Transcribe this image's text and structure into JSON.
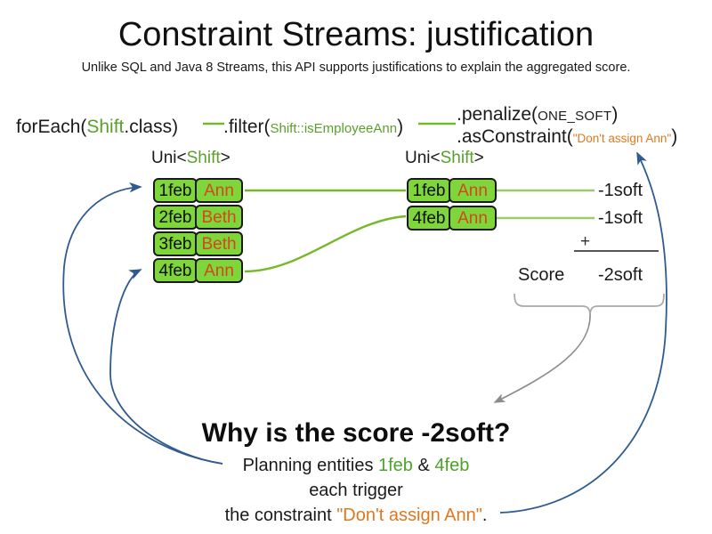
{
  "slide": {
    "title": "Constraint Streams: justification",
    "subtitle": "Unlike SQL and Java 8 Streams, this API supports justifications to explain the aggregated score."
  },
  "colors": {
    "green_token": "#5aa02c",
    "green_box": "#7fd63a",
    "orange_name": "#d2481e",
    "orange_constraint": "#e07820",
    "blue_arrow": "#2f5b8f",
    "gray_arrow": "#8c8c8c",
    "green_line": "#76b82a"
  },
  "pipeline": {
    "foreach": {
      "prefix": "forEach(",
      "type": "Shift",
      "suffix": ".class)"
    },
    "filter": {
      "prefix": ".filter(",
      "method_ref": "Shift::isEmployeeAnn",
      "suffix": ")"
    },
    "penalize": {
      "prefix": ".penalize(",
      "weight": "ONE_SOFT",
      "suffix": ")"
    },
    "as_constraint": {
      "prefix": ".asConstraint(",
      "constraint_name": "\"Don't assign Ann\"",
      "suffix": ")"
    }
  },
  "streams": {
    "left": {
      "caption_prefix": "Uni<",
      "caption_type": "Shift",
      "caption_suffix": ">",
      "rows": [
        {
          "date": "1feb",
          "name": "Ann"
        },
        {
          "date": "2feb",
          "name": "Beth"
        },
        {
          "date": "3feb",
          "name": "Beth"
        },
        {
          "date": "4feb",
          "name": "Ann"
        }
      ]
    },
    "right": {
      "caption_prefix": "Uni<",
      "caption_type": "Shift",
      "caption_suffix": ">",
      "rows": [
        {
          "date": "1feb",
          "name": "Ann",
          "penalty": "-1soft"
        },
        {
          "date": "4feb",
          "name": "Ann",
          "penalty": "-1soft"
        }
      ]
    }
  },
  "score": {
    "plus": "+",
    "label": "Score",
    "total": "-2soft"
  },
  "explanation": {
    "heading": "Why is the score -2soft?",
    "line1_prefix": "Planning entities ",
    "line1_entity_a": "1feb",
    "line1_amp": " & ",
    "line1_entity_b": "4feb",
    "line2": "each trigger",
    "line3_prefix": "the constraint ",
    "line3_constraint": "\"Don't assign Ann\"",
    "line3_suffix": "."
  }
}
